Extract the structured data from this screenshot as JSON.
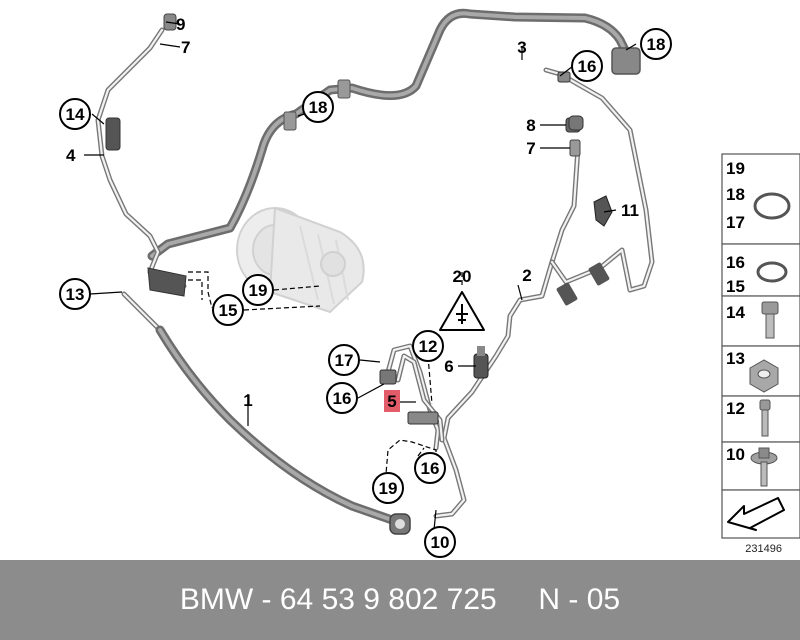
{
  "diagram_id": "231496",
  "footer": {
    "text": "BMW - 64 53 9 802 725     N - 05"
  },
  "highlight_color": "#e25c6a",
  "callouts": {
    "c1": "1",
    "c2": "2",
    "c3": "3",
    "c4": "4",
    "c5": "5",
    "c6": "6",
    "c7a": "7",
    "c7b": "7",
    "c8": "8",
    "c9": "9",
    "c10": "10",
    "c11": "11",
    "c12": "12",
    "c13": "13",
    "c14": "14",
    "c15": "15",
    "c16a": "16",
    "c16b": "16",
    "c16c": "16",
    "c17": "17",
    "c18a": "18",
    "c18b": "18",
    "c19a": "19",
    "c19b": "19",
    "c20": "20"
  },
  "side_panel": {
    "cell1": [
      "19",
      "18",
      "17"
    ],
    "cell2": [
      "16",
      "15"
    ],
    "cell3": "14",
    "cell4": "13",
    "cell5": "12",
    "cell6": "10"
  }
}
